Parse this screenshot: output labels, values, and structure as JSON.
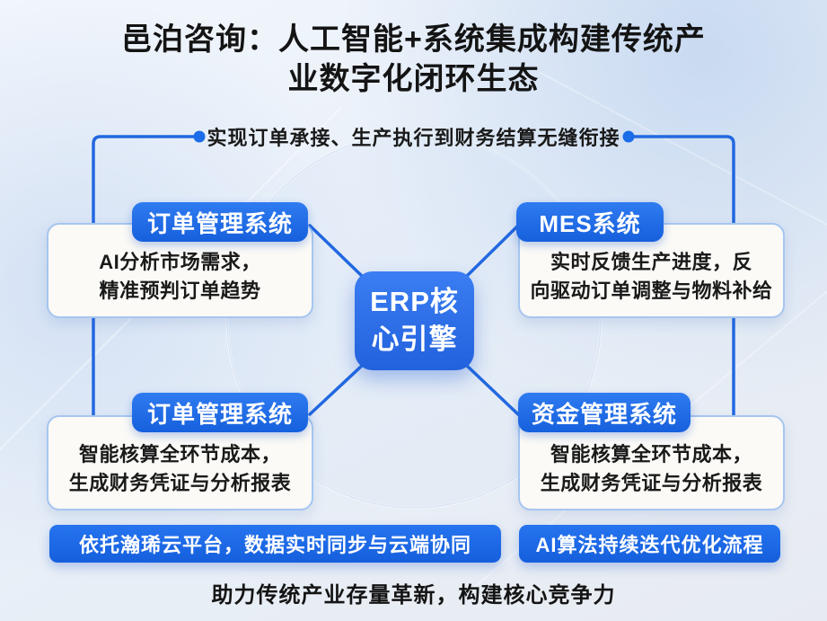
{
  "title": "邑泊咨询：人工智能+系统集成构建传统产\n业数字化闭环生态",
  "subtitle": "实现订单承接、生产执行到财务结算无缝衔接",
  "center": {
    "label": "ERP核\n心引擎"
  },
  "cards": {
    "top_left": {
      "header": "订单管理系统",
      "body": "AI分析市场需求，\n精准预判订单趋势"
    },
    "top_right": {
      "header": "MES系统",
      "body": "实时反馈生产进度，反\n向驱动订单调整与物料补给"
    },
    "bottom_left": {
      "header": "订单管理系统",
      "body": "智能核算全环节成本，\n生成财务凭证与分析报表"
    },
    "bottom_right": {
      "header": "资金管理系统",
      "body": "智能核算全环节成本，\n生成财务凭证与分析报表"
    }
  },
  "bottom_bars": {
    "left": "依托瀚琋云平台，数据实时同步与云端协同",
    "right": "AI算法持续迭代优化流程"
  },
  "footer": "助力传统产业存量革新，构建核心竞争力",
  "colors": {
    "accent_blue": "#1b6ce8",
    "connector_blue": "#2268e0",
    "card_bg": "#fbfaf6",
    "card_border": "#a6c6f0",
    "text_dark": "#141414"
  }
}
